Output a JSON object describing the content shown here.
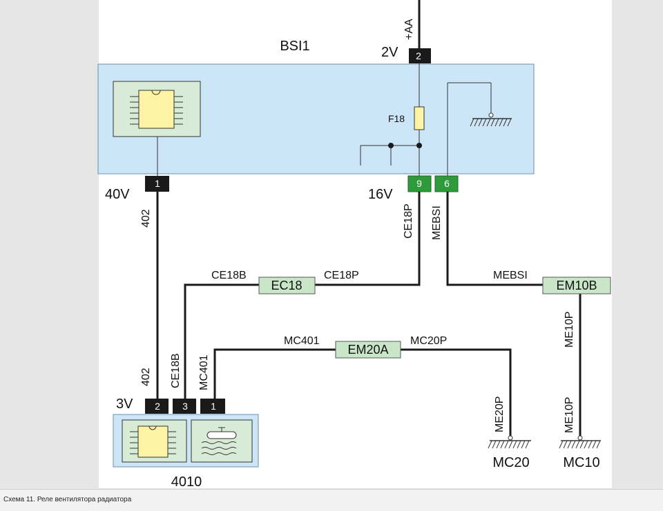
{
  "diagram": {
    "caption": "Схема 11. Реле вентилятора радиатора",
    "modules": {
      "bsi": {
        "name": "BSI1"
      },
      "relay": {
        "name": "4010"
      }
    },
    "connectors": {
      "bsi_top": {
        "name": "2V",
        "pin": "2"
      },
      "bsi_left": {
        "name": "40V",
        "pin": "1"
      },
      "bsi_right": {
        "name": "16V",
        "pins": [
          "9",
          "6"
        ]
      },
      "relay": {
        "name": "3V",
        "pins": [
          "2",
          "3",
          "1"
        ]
      }
    },
    "fuse": {
      "name": "F18"
    },
    "supply": {
      "label": "+AA"
    },
    "wires": {
      "w402_top": "402",
      "w402_bottom": "402",
      "ce18p_vertical": "CE18P",
      "mebsi_vertical": "MEBSI",
      "ce18b_horizontal": "CE18B",
      "ce18p_horizontal": "CE18P",
      "mebsi_horizontal": "MEBSI",
      "me10p_top": "ME10P",
      "me10p_bottom": "ME10P",
      "ce18b_vertical": "CE18B",
      "mc401_vertical": "MC401",
      "mc401_horizontal": "MC401",
      "mc20p_horizontal": "MC20P",
      "me20p_vertical": "ME20P"
    },
    "splices": {
      "ec18": "EC18",
      "em10b": "EM10B",
      "em20a": "EM20A"
    },
    "grounds": {
      "mc20": "MC20",
      "mc10": "MC10"
    },
    "colors": {
      "module_fill": "#cde6f7",
      "inner_box_fill": "#d7ebd6",
      "chip_fill": "#fff3a6",
      "splice_fill": "#c9e6c9",
      "connector_black": "#1a1a1a",
      "connector_green": "#2f9a3a",
      "wire": "#1a1a1a"
    }
  }
}
